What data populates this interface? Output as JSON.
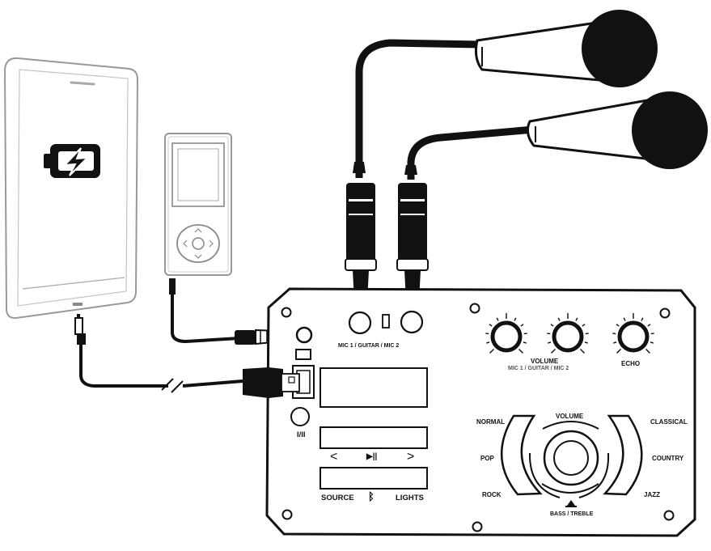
{
  "panel": {
    "mic_inputs_label": "MIC 1 / GUITAR / MIC 2",
    "knobs": {
      "volume_label": "VOLUME",
      "volume_sub_label": "MIC 1 / GUITAR / MIC 2",
      "echo_label": "ECHO"
    },
    "eq": {
      "left": [
        "NORMAL",
        "POP",
        "ROCK"
      ],
      "right": [
        "CLASSICAL",
        "COUNTRY",
        "JAZZ"
      ],
      "volume_label": "VOLUME",
      "bass_treble_label": "BASS / TREBLE"
    },
    "buttons": {
      "prev": "<",
      "play_pause": "▶||",
      "next": ">",
      "source": "SOURCE",
      "lights": "LIGHTS",
      "bluetooth_symbol": "ᛒ",
      "power_symbol": "I/II"
    }
  },
  "icons": {
    "phone_screen": "battery-charging-icon",
    "bluetooth": "bluetooth-icon"
  },
  "colors": {
    "ink": "#111111",
    "paper": "#ffffff",
    "device_gray": "#9a9a9a"
  }
}
